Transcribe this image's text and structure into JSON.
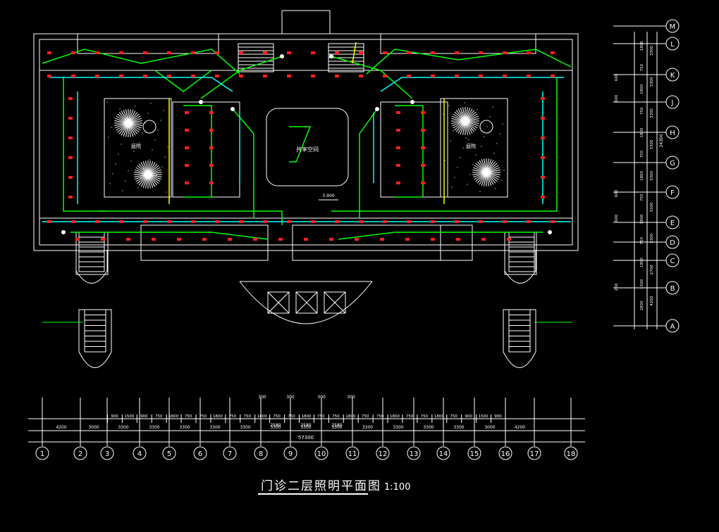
{
  "drawing": {
    "title": "门诊二层照明平面图",
    "scale": "1:100",
    "central_void_label": "共享空间",
    "courtyard_label": "庭院",
    "level_mark": "3.900",
    "total_dimension": "57300",
    "right_total_dimension": "24300",
    "colors": {
      "background": "#000000",
      "walls": "#ffffff",
      "circuit": "#00ff00",
      "circuit_alt": "#00ffff",
      "fixtures": "#ff2020",
      "accent": "#ffff00"
    }
  },
  "grid": {
    "columns": [
      "1",
      "2",
      "3",
      "4",
      "5",
      "6",
      "7",
      "8",
      "9",
      "10",
      "11",
      "12",
      "13",
      "14",
      "15",
      "16",
      "17",
      "18"
    ],
    "rows": [
      "M",
      "L",
      "K",
      "J",
      "H",
      "G",
      "F",
      "E",
      "D",
      "C",
      "B",
      "A"
    ]
  },
  "dimensions_bottom": {
    "row1": [
      "4200",
      "3000",
      "3300",
      "3300",
      "3300",
      "3300",
      "3300",
      "3300",
      "3300",
      "3300",
      "3300",
      "3300",
      "3300",
      "3300",
      "3000",
      "4200"
    ],
    "row2": [
      "900",
      "1500",
      "900",
      "750",
      "1800",
      "750",
      "750",
      "1800",
      "750",
      "750",
      "1800",
      "750",
      "750",
      "1800",
      "750",
      "750",
      "1800",
      "750",
      "750",
      "1800",
      "750",
      "750",
      "1800",
      "750",
      "900",
      "1500",
      "900"
    ],
    "top_marks": [
      "300",
      "300",
      "300",
      "300"
    ],
    "middle": [
      "2580",
      "2580",
      "2580"
    ]
  },
  "dimensions_right": {
    "a": [
      "1800",
      "750",
      "1800",
      "750",
      "1800",
      "750",
      "1800",
      "750",
      "1800",
      "750",
      "1800",
      "1500",
      "1800"
    ],
    "b": [
      "3300",
      "3300",
      "3300",
      "3300",
      "3300",
      "3300",
      "3300",
      "2700",
      "4200"
    ],
    "c": [
      "600",
      "600",
      "600",
      "600",
      "200"
    ]
  }
}
